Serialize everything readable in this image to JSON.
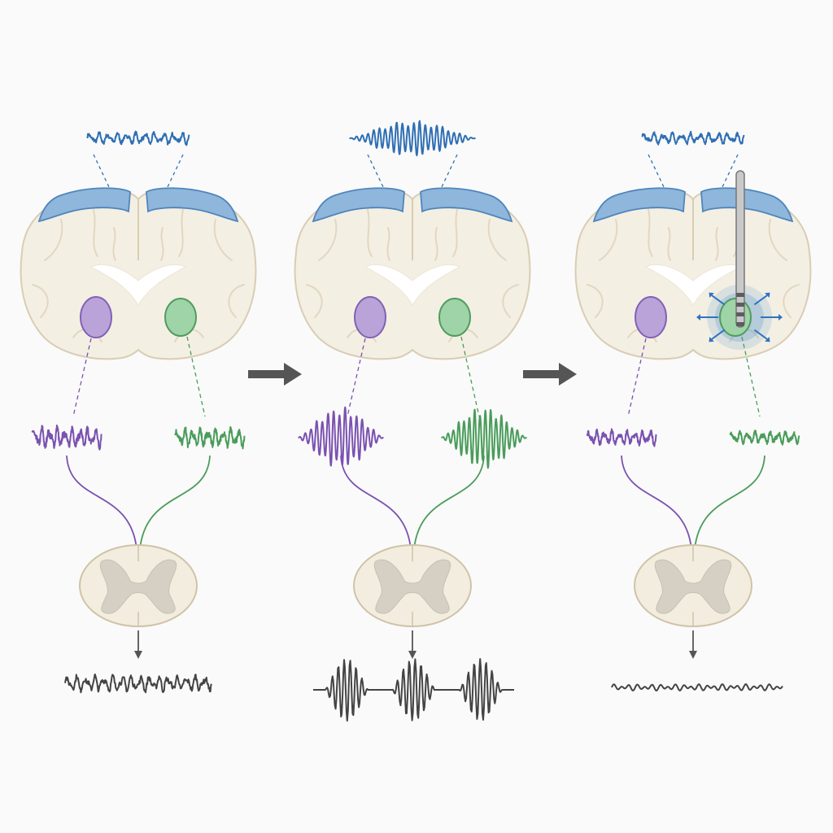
{
  "diagram": {
    "panel_count": 3,
    "colors": {
      "background": "#fafafa",
      "cortex_wave": "#2f6fb3",
      "cortex_fill": "#8fb6db",
      "cortex_stroke": "#4f85bd",
      "left_nucleus_fill": "#b9a3d9",
      "left_nucleus_stroke": "#8261b4",
      "left_wave": "#7a52b0",
      "right_nucleus_fill": "#9fd3a8",
      "right_nucleus_stroke": "#4f9c5e",
      "right_wave": "#4a9c5a",
      "brain_fill": "#f4efe3",
      "brain_stroke": "#d9cdb3",
      "brain_groove": "#e2d7c0",
      "ventricle_fill": "#ffffff",
      "spinal_fill": "#f3eddf",
      "spinal_stroke": "#cfc3a8",
      "spinal_gray": "#d6d0c4",
      "output_wave": "#444444",
      "step_arrow": "#555555",
      "probe_fill": "#c9c9c9",
      "probe_stroke": "#777777",
      "stim_glow": "#3b86c9"
    },
    "panels": [
      {
        "state": "baseline",
        "cortex_wave": {
          "amplitude": 0.3,
          "regularity": "irregular"
        },
        "left_wave": {
          "amplitude": 0.35,
          "regularity": "irregular"
        },
        "right_wave": {
          "amplitude": 0.3,
          "regularity": "irregular"
        },
        "output_wave": {
          "amplitude": 0.3,
          "pattern": "irregular"
        },
        "stimulation_probe": false
      },
      {
        "state": "pathological synchronization",
        "cortex_wave": {
          "amplitude": 1.0,
          "regularity": "rhythmic"
        },
        "left_wave": {
          "amplitude": 1.0,
          "regularity": "rhythmic"
        },
        "right_wave": {
          "amplitude": 1.0,
          "regularity": "rhythmic"
        },
        "output_wave": {
          "amplitude": 1.0,
          "pattern": "bursts"
        },
        "stimulation_probe": false
      },
      {
        "state": "deep brain stimulation",
        "cortex_wave": {
          "amplitude": 0.28,
          "regularity": "irregular"
        },
        "left_wave": {
          "amplitude": 0.22,
          "regularity": "irregular"
        },
        "right_wave": {
          "amplitude": 0.18,
          "regularity": "irregular"
        },
        "output_wave": {
          "amplitude": 0.12,
          "pattern": "flat"
        },
        "stimulation_probe": true
      }
    ],
    "icons": {
      "step_arrow": "right-arrow-icon",
      "output_arrow": "down-arrow-icon",
      "probe": "electrode-probe-icon",
      "stimulation": "radiating-field-icon"
    }
  }
}
